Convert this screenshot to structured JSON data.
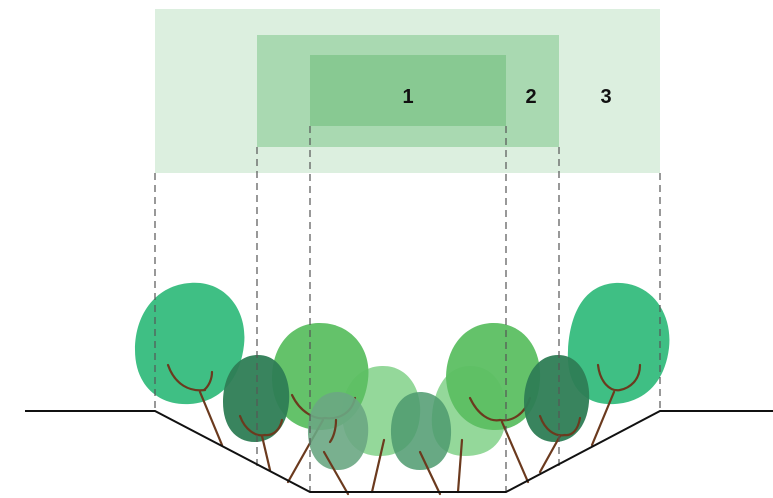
{
  "diagram": {
    "zones": [
      {
        "id": "zone-3",
        "label": "3",
        "color": "#dcefdf"
      },
      {
        "id": "zone-2",
        "label": "2",
        "color": "#a9d9b1"
      },
      {
        "id": "zone-1",
        "label": "1",
        "color": "#88c992"
      }
    ],
    "tree_colors": {
      "light_green": "#3fbf84",
      "dark_green": "#2e7d55",
      "mid_green": "#5cbf62",
      "pale_green": "#7dcf85",
      "grey_green": "#6aa783",
      "trunk": "#6b3a1e"
    },
    "line_color": "#111111",
    "guide_color": "#555555"
  }
}
